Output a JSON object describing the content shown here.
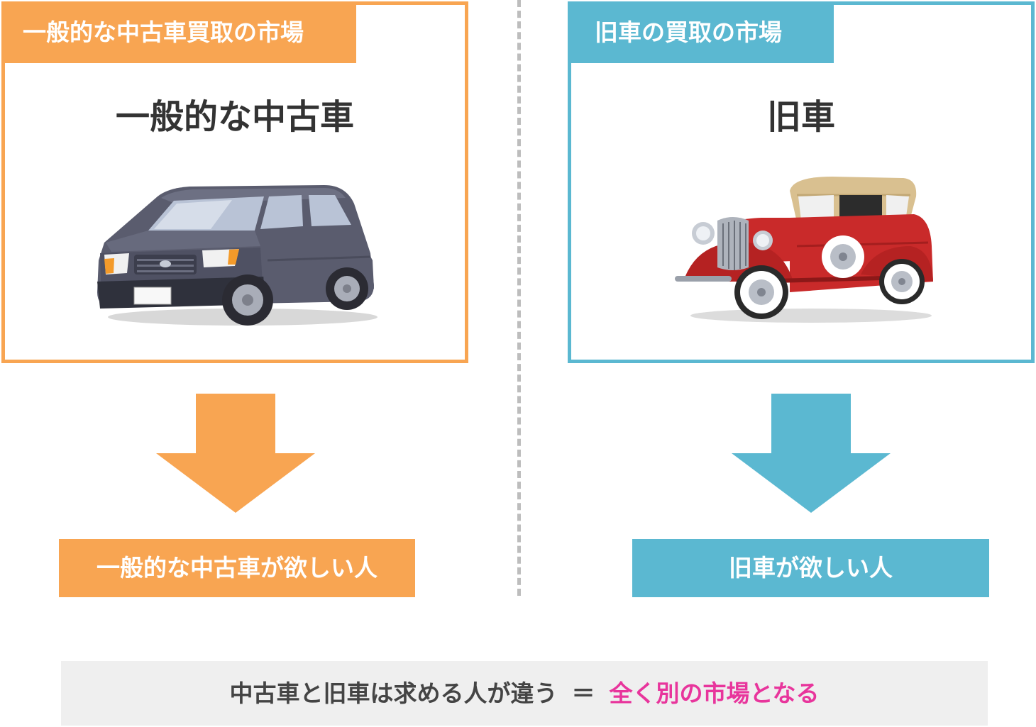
{
  "left_panel": {
    "tab": "一般的な中古車買取の市場",
    "heading": "一般的な中古車",
    "result": "一般的な中古車が欲しい人"
  },
  "right_panel": {
    "tab": "旧車の買取の市場",
    "heading": "旧車",
    "result": "旧車が欲しい人"
  },
  "summary": {
    "text": "中古車と旧車は求める人が違う",
    "equals": "＝",
    "conclusion": "全く別の市場となる"
  },
  "colors": {
    "orange": "#F8A552",
    "blue": "#5BB8D1",
    "pink": "#E8359C"
  }
}
